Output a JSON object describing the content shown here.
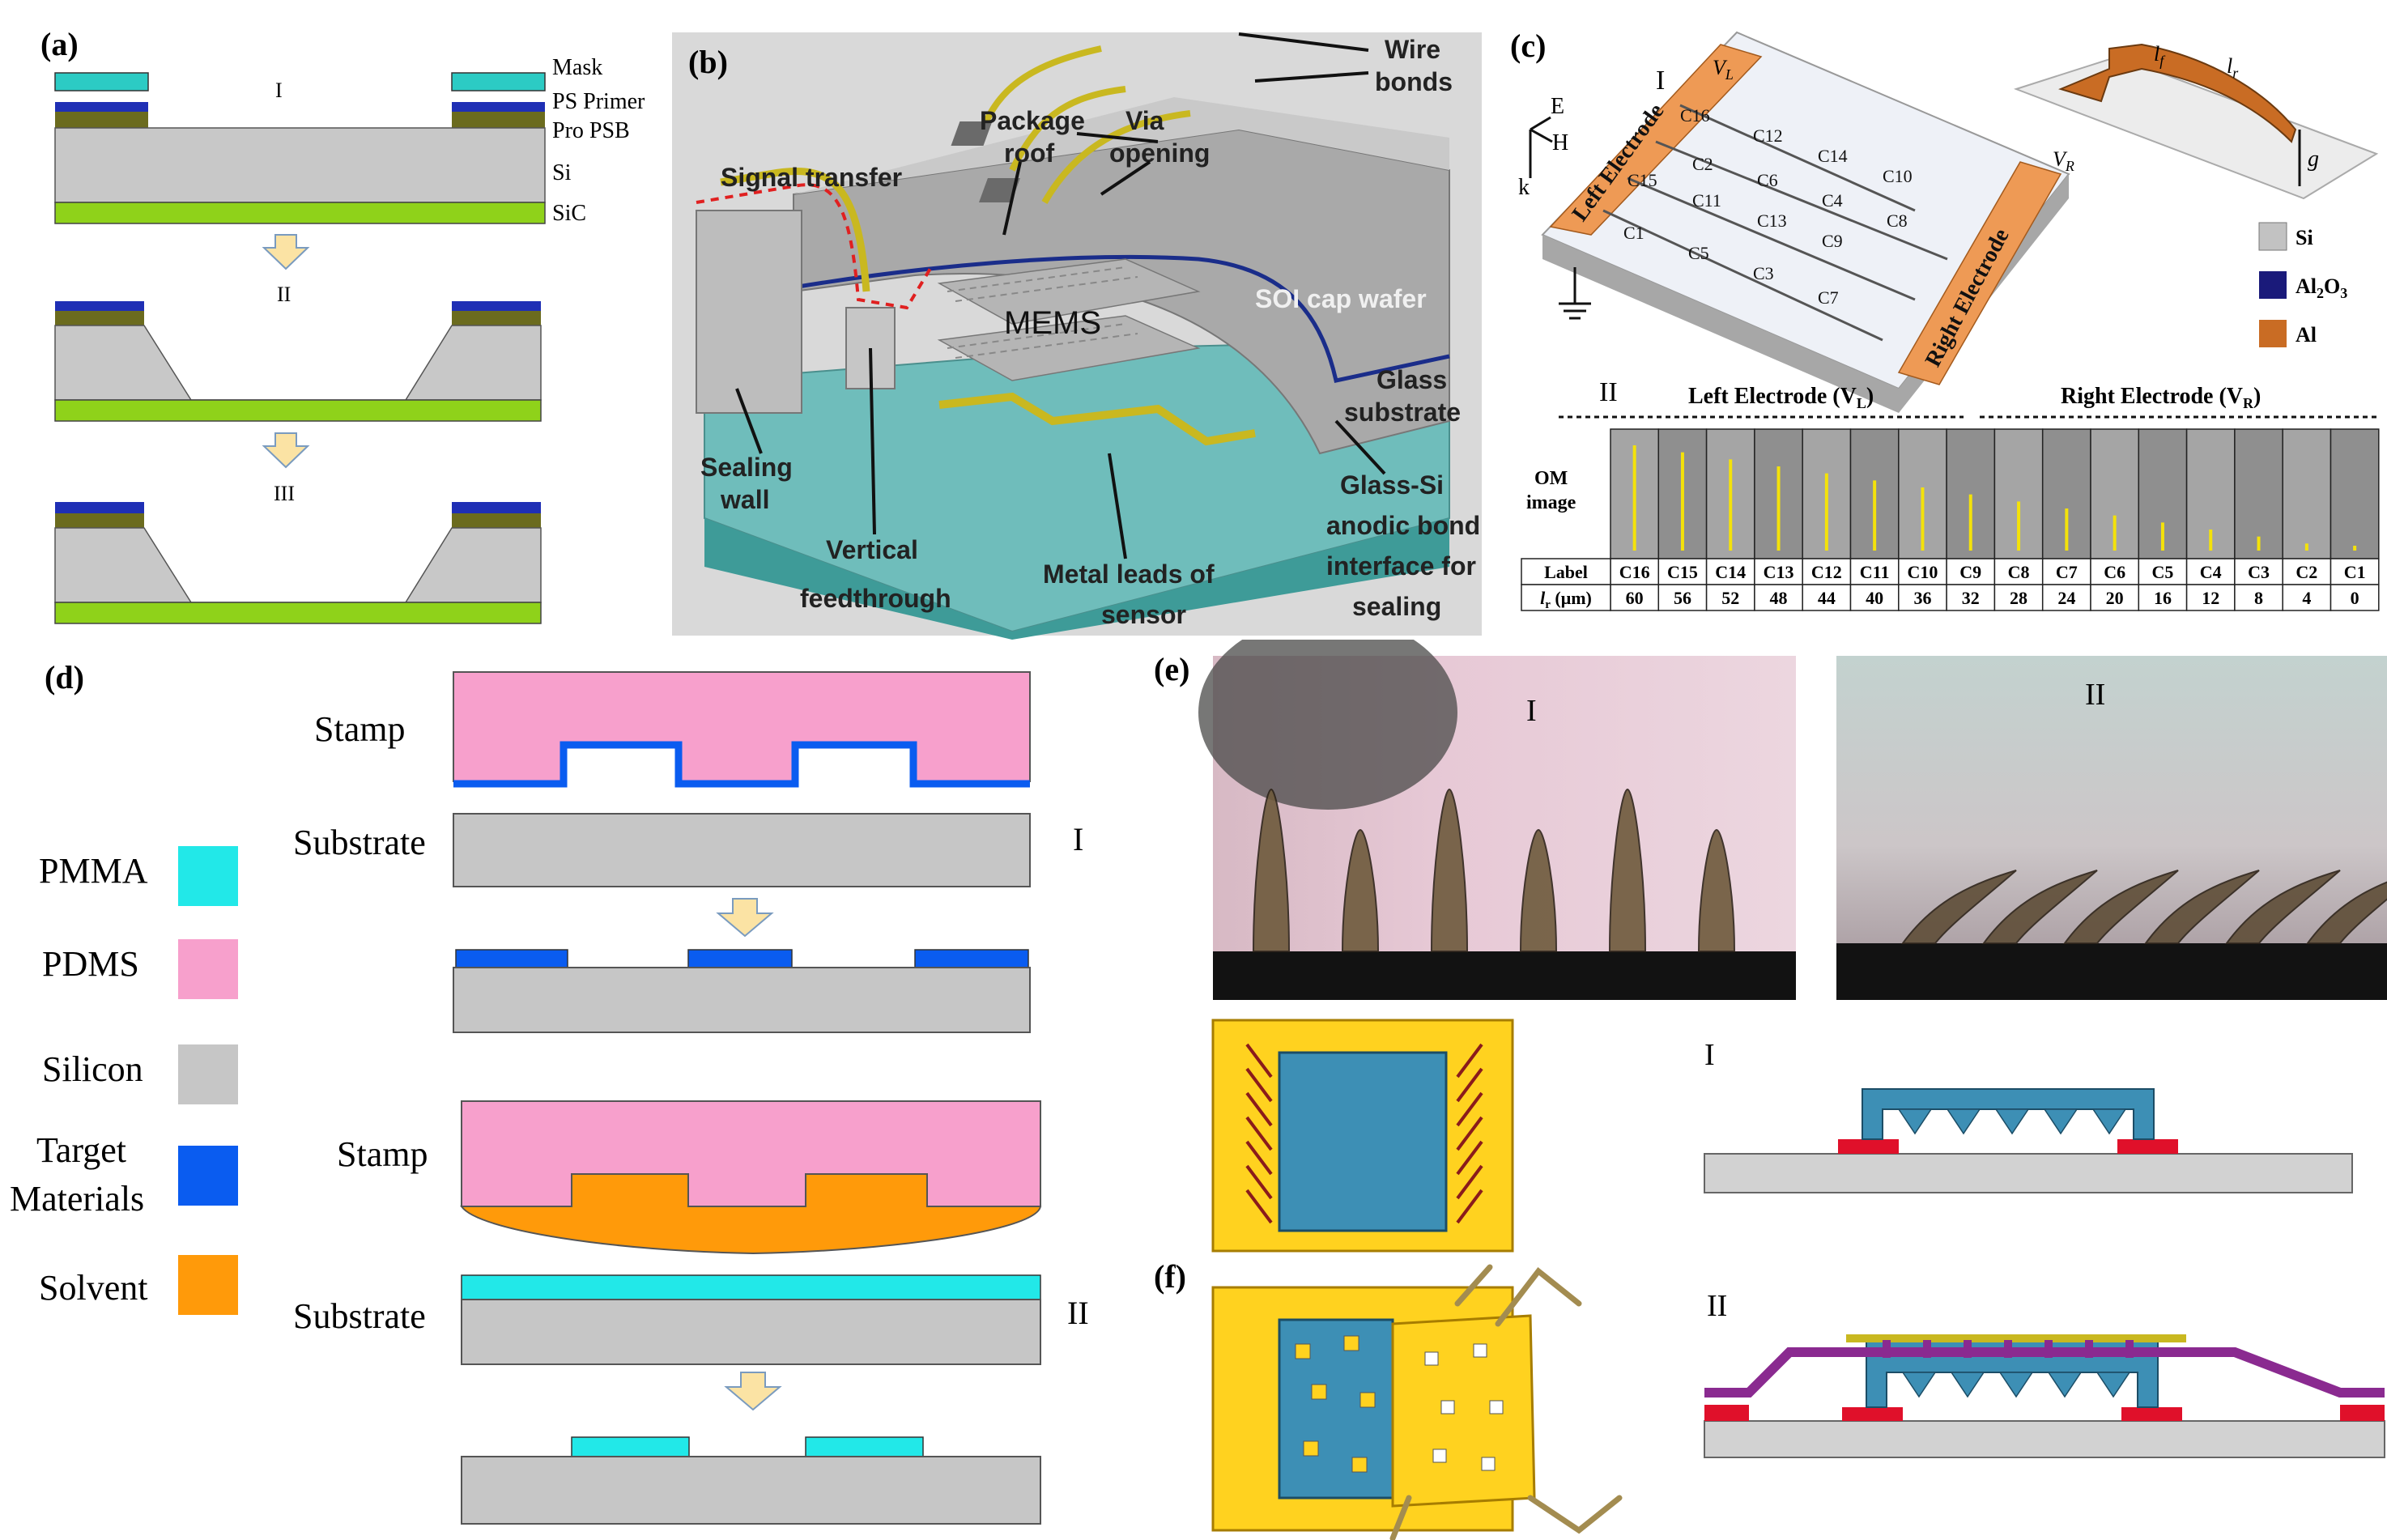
{
  "panel_labels": {
    "a": "(a)",
    "b": "(b)",
    "c": "(c)",
    "d": "(d)",
    "e": "(e)",
    "f": "(f)"
  },
  "a": {
    "step1": "I",
    "step2": "II",
    "step3": "III",
    "layers": [
      "Mask",
      "PS Primer",
      "Pro PSB",
      "Si",
      "SiC"
    ],
    "colors": {
      "mask": "#2ccbc4",
      "primer": "#1f2fb5",
      "pro_psb": "#6b6b1e",
      "si": "#c8c8c8",
      "sic": "#8fd21a"
    }
  },
  "b": {
    "labels": {
      "wire_bonds_1": "Wire",
      "wire_bonds_2": "bonds",
      "via_1": "Via",
      "via_2": "opening",
      "roof_1": "Package",
      "roof_2": "roof",
      "signal": "Signal transfer",
      "mems": "MEMS",
      "soi": "SOI cap wafer",
      "glass_1": "Glass",
      "glass_2": "substrate",
      "sealing_1": "Sealing",
      "sealing_2": "wall",
      "vertical_1": "Vertical",
      "vertical_2": "feedthrough",
      "metal_1": "Metal leads of",
      "metal_2": "sensor",
      "bond_1": "Glass-Si",
      "bond_2": "anodic bond",
      "bond_3": "interface for",
      "bond_4": "sealing"
    }
  },
  "c": {
    "step1": "I",
    "step2": "II",
    "vl": "V",
    "vl_sub": "L",
    "vr": "V",
    "vr_sub": "R",
    "left_electrode": "Left Electrode",
    "right_electrode": "Right Electrode",
    "axis_e": "E",
    "axis_h": "H",
    "axis_k": "k",
    "inset_lf": "l",
    "inset_lf_sub": "f",
    "inset_lr": "l",
    "inset_lr_sub": "r",
    "inset_g": "g",
    "legend": [
      "Si",
      "Al",
      "O",
      "Al"
    ],
    "legend_al2o3_sub1": "2",
    "legend_al2o3_sub2": "3",
    "chips": [
      "C16",
      "C12",
      "C14",
      "C10",
      "C2",
      "C6",
      "C4",
      "C8",
      "C15",
      "C11",
      "C13",
      "C9",
      "C1",
      "C5",
      "C3",
      "C7"
    ],
    "top_left": "Left Electrode (V",
    "top_left_sub": "L",
    "top_right": "Right Electrode (V",
    "top_right_sub": "R",
    "om_1": "OM",
    "om_2": "image",
    "row_label": "Label",
    "row_lr": "l",
    "row_lr_sub": "r",
    "row_lr_unit": " (μm)",
    "table": {
      "labels": [
        "C16",
        "C15",
        "C14",
        "C13",
        "C12",
        "C11",
        "C10",
        "C9",
        "C8",
        "C7",
        "C6",
        "C5",
        "C4",
        "C3",
        "C2",
        "C1"
      ],
      "lengths": [
        "60",
        "56",
        "52",
        "48",
        "44",
        "40",
        "36",
        "32",
        "28",
        "24",
        "20",
        "16",
        "12",
        "8",
        "4",
        "0"
      ]
    }
  },
  "d": {
    "stamp1": "Stamp",
    "substrate1": "Substrate",
    "step1": "I",
    "stamp2": "Stamp",
    "substrate2": "Substrate",
    "step2": "II",
    "legend": [
      {
        "label": "PMMA",
        "color": "#22e8e8"
      },
      {
        "label": "PDMS",
        "color": "#f7a0cc"
      },
      {
        "label": "Silicon",
        "color": "#c6c6c6"
      },
      {
        "label_1": "Target",
        "label_2": "Materials",
        "color": "#0a5cf0"
      },
      {
        "label": "Solvent",
        "color": "#ff9a0a"
      }
    ]
  },
  "e": {
    "photo1": "I",
    "photo2": "II"
  },
  "f": {
    "step1": "I",
    "step2": "II"
  }
}
